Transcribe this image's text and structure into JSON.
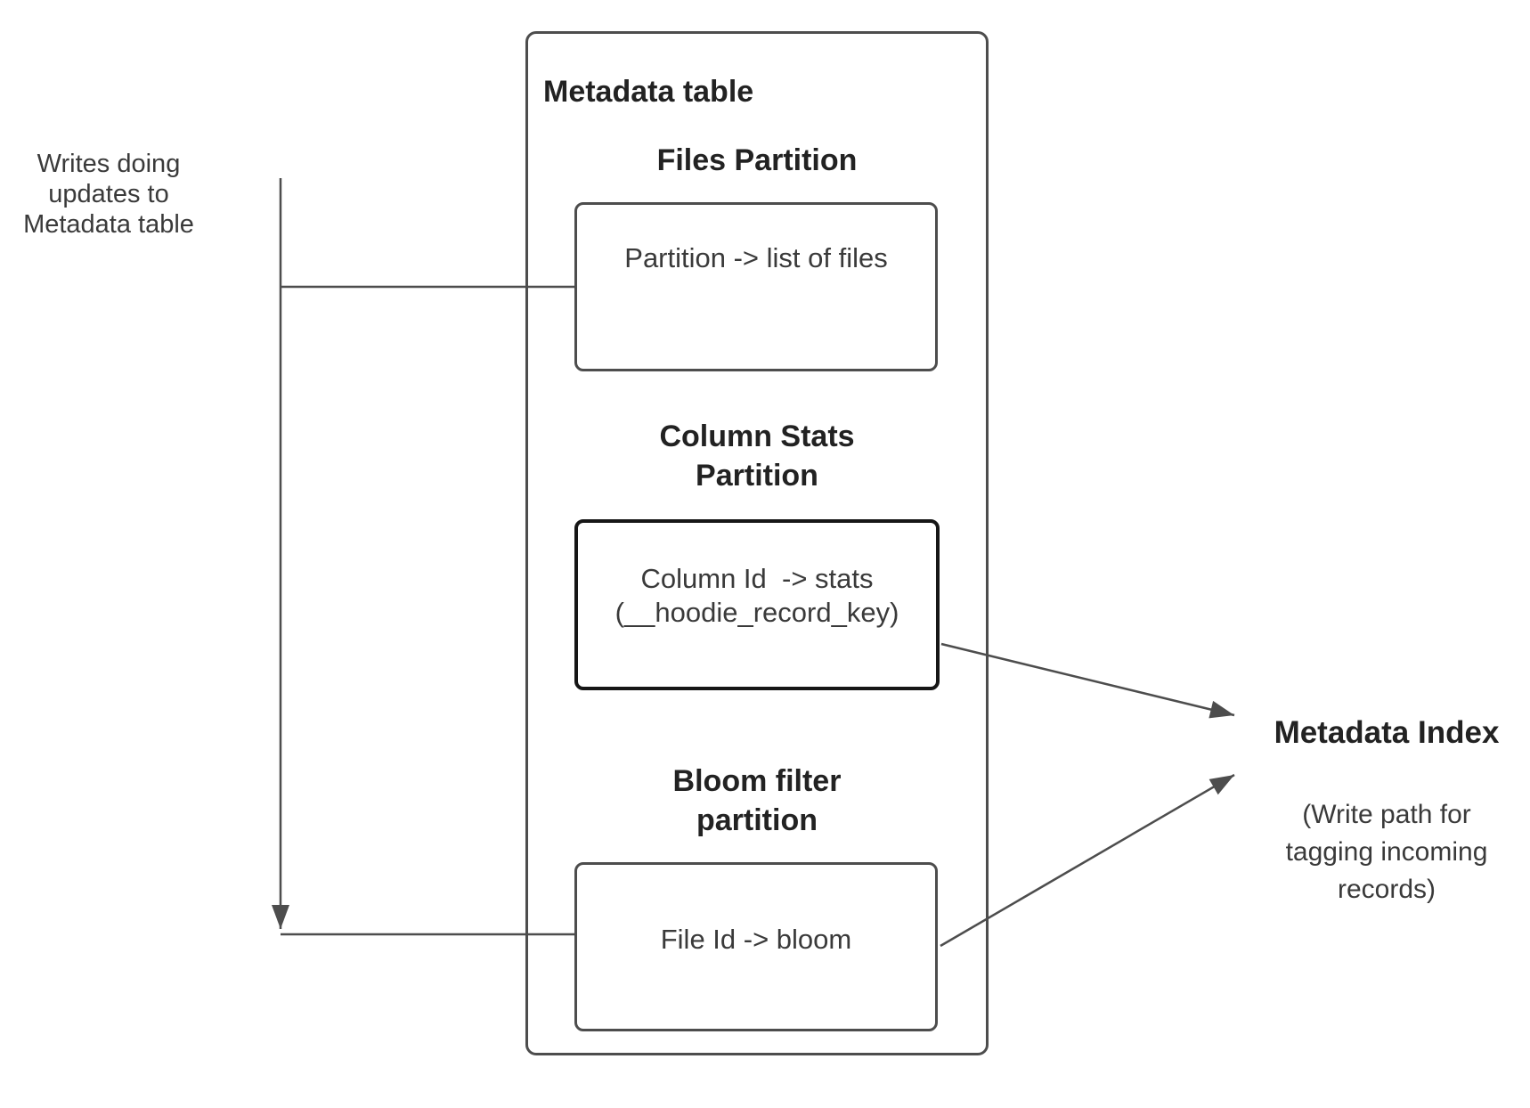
{
  "colors": {
    "line": "#4d4d4d",
    "text": "#3a3a3a",
    "heading": "#222222",
    "strong_border": "#161616",
    "background": "#ffffff"
  },
  "left_note": {
    "text": "Writes doing\nupdates to\nMetadata table"
  },
  "metadata_table": {
    "title": "Metadata table",
    "files_partition": {
      "heading": "Files Partition",
      "content": "Partition -> list of files"
    },
    "column_stats_partition": {
      "heading": "Column Stats\nPartition",
      "content_line1": "Column Id  -> stats",
      "content_line2": "(__hoodie_record_key)"
    },
    "bloom_filter_partition": {
      "heading": "Bloom filter\npartition",
      "content": "File Id -> bloom"
    }
  },
  "metadata_index": {
    "title": "Metadata Index",
    "subtitle": "(Write path for\ntagging incoming\nrecords)"
  }
}
